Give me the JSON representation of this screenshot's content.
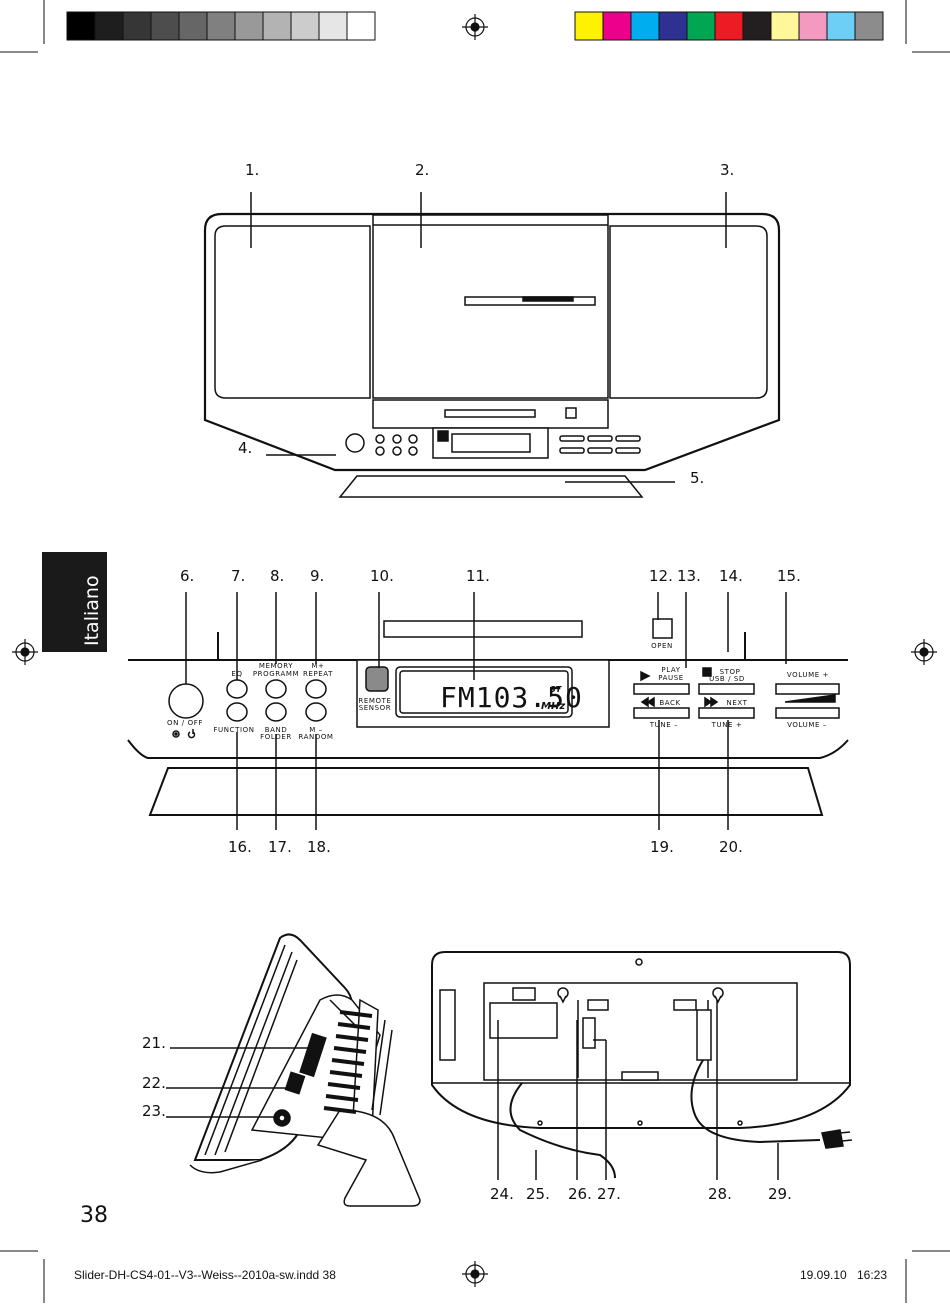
{
  "colors": {
    "grayscale": [
      "#000000",
      "#1e1e1e",
      "#363636",
      "#4d4d4d",
      "#666666",
      "#808080",
      "#999999",
      "#b3b3b3",
      "#cccccc",
      "#e6e6e6",
      "#ffffff"
    ],
    "process": [
      "#fff200",
      "#ec008c",
      "#00aeef",
      "#2e3192",
      "#00a651",
      "#ed1c24",
      "#231f20",
      "#fff799",
      "#f49ac1",
      "#6dcff6",
      "#8c8c8c"
    ],
    "ink": "#111111",
    "tab": "#1a1a1a"
  },
  "callouts": {
    "c1": "1.",
    "c2": "2.",
    "c3": "3.",
    "c4": "4.",
    "c5": "5.",
    "c6": "6.",
    "c7": "7.",
    "c8": "8.",
    "c9": "9.",
    "c10": "10.",
    "c11": "11.",
    "c12": "12.",
    "c13": "13.",
    "c14": "14.",
    "c15": "15.",
    "c16": "16.",
    "c17": "17.",
    "c18": "18.",
    "c19": "19.",
    "c20": "20.",
    "c21": "21.",
    "c22": "22.",
    "c23": "23.",
    "c24": "24.",
    "c25": "25.",
    "c26": "26.",
    "c27": "27.",
    "c28": "28.",
    "c29": "29."
  },
  "language_tab": "Italiano",
  "panel": {
    "eq": "EQ",
    "memory": "MEMORY",
    "programm": "PROGRAMM",
    "m_plus": "M+",
    "repeat": "REPEAT",
    "on_off": "ON / OFF",
    "function": "FUNCTION",
    "band": "BAND",
    "folder": "FOLDER",
    "m_minus": "M –",
    "random": "RANDOM",
    "remote": "REMOTE",
    "sensor": "SENSOR",
    "open": "OPEN",
    "play": "PLAY",
    "pause": "PAUSE",
    "stop": "STOP",
    "usb_sd": "USB / SD",
    "volume_plus": "VOLUME +",
    "back": "BACK",
    "next": "NEXT",
    "tune_minus": "TUNE –",
    "tune_plus": "TUNE +",
    "volume_minus": "VOLUME –"
  },
  "display": {
    "freq": "FM103.50",
    "st": "ST",
    "mhz": "MHz"
  },
  "page_number": "38",
  "footer": {
    "file": "Slider-DH-CS4-01--V3--Weiss--2010a-sw.indd   38",
    "date": "19.09.10",
    "time": "16:23"
  }
}
